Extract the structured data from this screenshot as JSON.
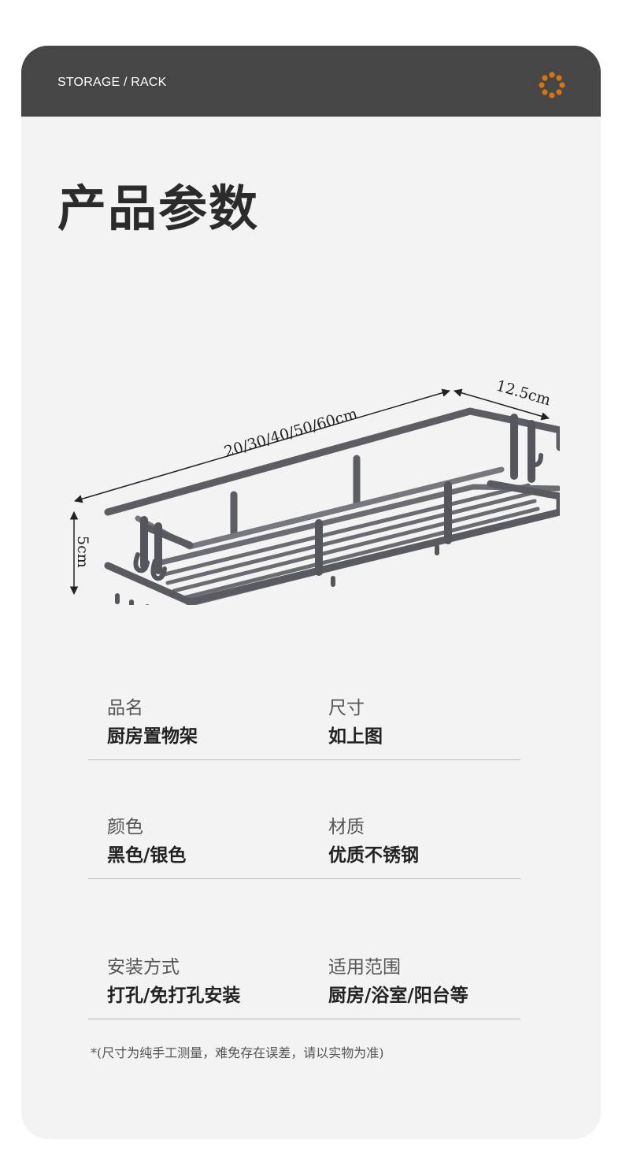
{
  "header": {
    "label": "STORAGE  / RACK"
  },
  "title": "产品参数",
  "dimensions": {
    "length": "20/30/40/50/60cm",
    "depth": "12.5cm",
    "height": "5cm"
  },
  "specs": [
    {
      "label": "品名",
      "value": "厨房置物架"
    },
    {
      "label": "尺寸",
      "value": "如上图"
    },
    {
      "label": "颜色",
      "value": "黑色/银色"
    },
    {
      "label": "材质",
      "value": "优质不锈钢"
    },
    {
      "label": "安装方式",
      "value": "打孔/免打孔安装"
    },
    {
      "label": "适用范围",
      "value": "厨房/浴室/阳台等"
    }
  ],
  "footnote": "*(尺寸为纯手工测量，难免存在误差，请以实物为准)",
  "colors": {
    "header_bg": "#464646",
    "card_bg": "#f3f3f3",
    "accent_dots": "#d9730f",
    "rack": "#5a5b60"
  }
}
